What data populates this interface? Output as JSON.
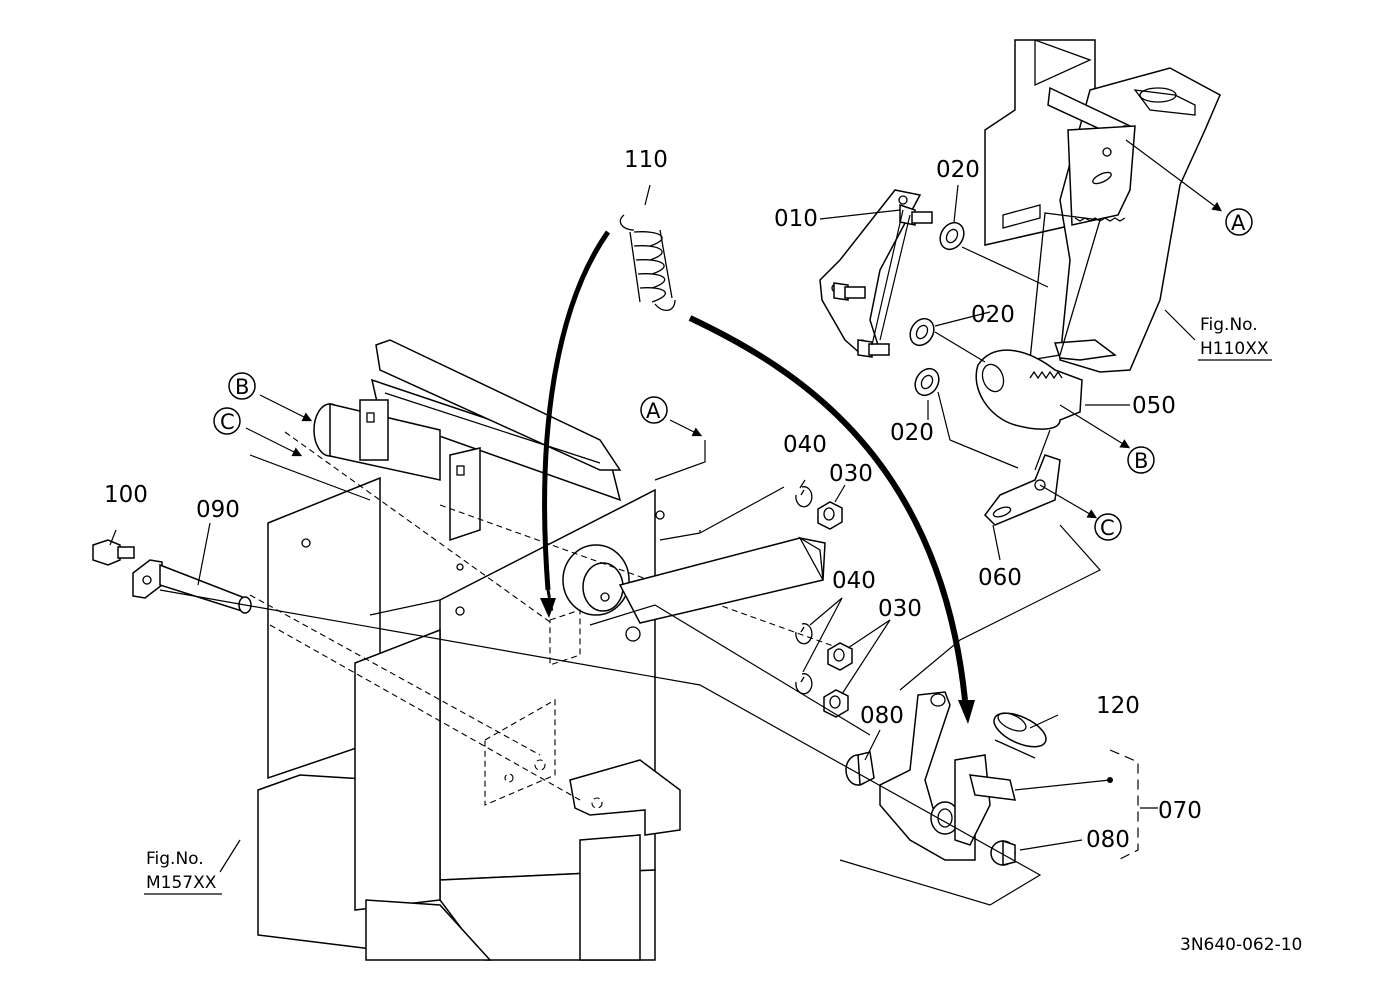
{
  "parts": {
    "p010": "010",
    "p020a": "020",
    "p020b": "020",
    "p020c": "020",
    "p030a": "030",
    "p030b": "030",
    "p040a": "040",
    "p040b": "040",
    "p050": "050",
    "p060": "060",
    "p070": "070",
    "p080a": "080",
    "p080b": "080",
    "p090": "090",
    "p100": "100",
    "p110": "110",
    "p120": "120"
  },
  "callouts": {
    "a_top": "A",
    "a_mid": "A",
    "b_left": "B",
    "b_right": "B",
    "c_left": "C",
    "c_right": "C"
  },
  "figure_refs": {
    "h110_title": "Fig.No.",
    "h110_code": "H110XX",
    "m157_title": "Fig.No.",
    "m157_code": "M157XX"
  },
  "diagram_code": "3N640-062-10"
}
